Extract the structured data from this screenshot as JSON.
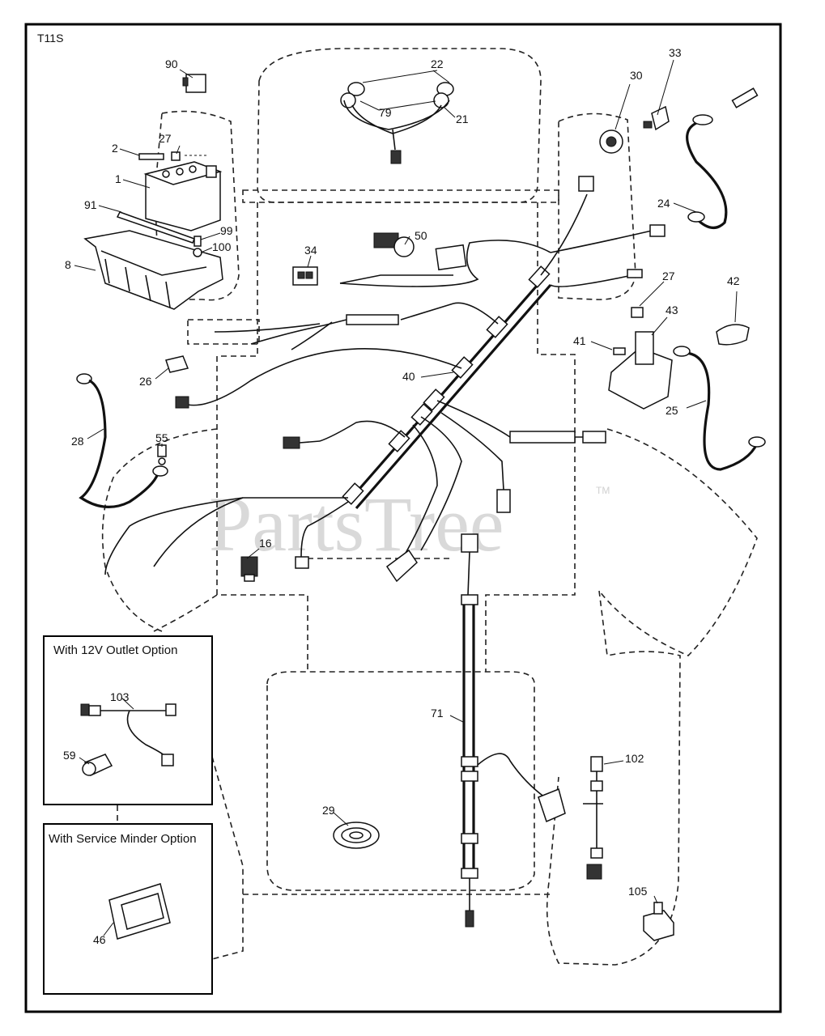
{
  "sheet_id": "T11S",
  "watermark": "PartsTree",
  "watermark_tm": "TM",
  "part_labels": {
    "p90": "90",
    "p22": "22",
    "p79": "79",
    "p21": "21",
    "p30": "30",
    "p33": "33",
    "p27a": "27",
    "p2": "2",
    "p1": "1",
    "p91": "91",
    "p99": "99",
    "p100": "100",
    "p8": "8",
    "p24": "24",
    "p50": "50",
    "p34": "34",
    "p27b": "27",
    "p42": "42",
    "p43": "43",
    "p41": "41",
    "p26": "26",
    "p40": "40",
    "p25": "25",
    "p28": "28",
    "p55": "55",
    "p16": "16",
    "p103": "103",
    "p59": "59",
    "p71": "71",
    "p102": "102",
    "p29": "29",
    "p105": "105",
    "p46": "46"
  },
  "option_boxes": {
    "outlet_12v": "With 12V Outlet Option",
    "service_minder": "With Service Minder Option"
  }
}
